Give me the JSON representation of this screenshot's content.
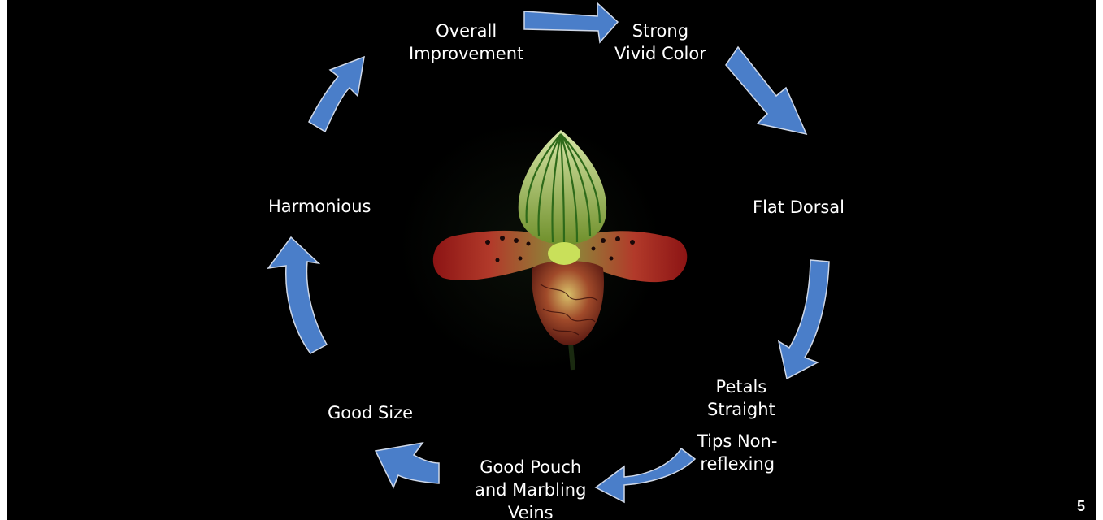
{
  "labels": {
    "overall": [
      "Overall",
      "Improvement"
    ],
    "strong": [
      "Strong",
      "Vivid Color"
    ],
    "flat": "Flat Dorsal",
    "petals": [
      "Petals",
      "Straight"
    ],
    "tips": [
      "Tips Non-",
      "reflexing"
    ],
    "pouch": [
      "Good Pouch",
      "and Marbling",
      "Veins"
    ],
    "size": "Good Size",
    "harmonious": "Harmonious"
  },
  "page_number": "5",
  "colors": {
    "background": "#000000",
    "arrow": "#4a7ec9",
    "text": "#ffffff",
    "title": "#f5e900"
  },
  "image": "paphiopedilum-orchid-photo"
}
